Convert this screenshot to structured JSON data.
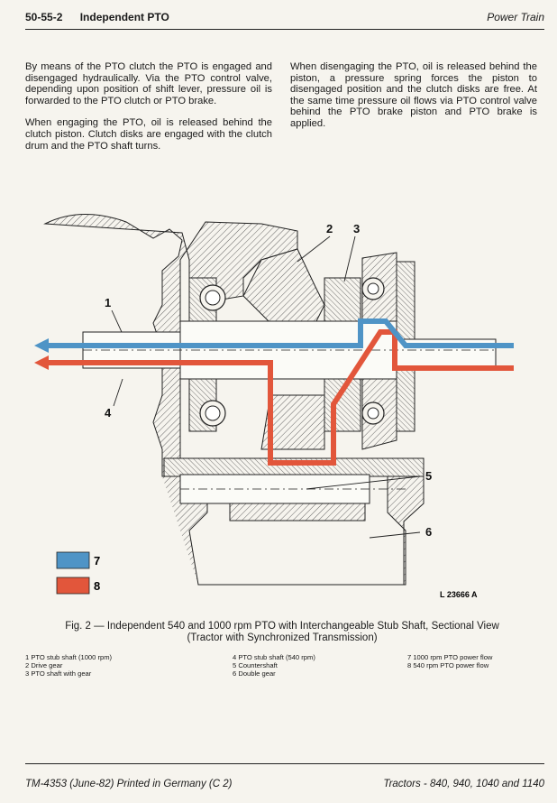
{
  "header": {
    "section_number": "50-55-2",
    "section_title": "Independent PTO",
    "chapter": "Power Train"
  },
  "body_text": {
    "left": [
      "By means of the PTO clutch the PTO is engaged and disengaged hydraulically. Via the PTO control valve, depending upon position of shift lever, pressure oil is forwarded to the PTO clutch or PTO brake.",
      "When engaging the PTO, oil is released behind the clutch piston. Clutch disks are engaged with the clutch drum and the PTO shaft turns."
    ],
    "right": [
      "When disengaging the PTO, oil is released behind the piston, a pressure spring forces the piston to disengaged position and the clutch disks are free. At the same time pressure oil flows via PTO control valve behind the PTO brake piston and PTO brake is applied."
    ]
  },
  "figure": {
    "callouts": [
      "1",
      "2",
      "3",
      "4",
      "5",
      "6"
    ],
    "legend": [
      {
        "key": "7",
        "color": "#4f94c6"
      },
      {
        "key": "8",
        "color": "#e2563b"
      }
    ],
    "drawing_id": "L 23666 A",
    "caption_line1": "Fig. 2 — Independent 540 and 1000 rpm PTO with Interchangeable Stub Shaft, Sectional View",
    "caption_line2": "(Tractor with Synchronized Transmission)"
  },
  "legend_items": [
    [
      "1 PTO stub shaft (1000 rpm)",
      "2 Drive gear",
      "3 PTO shaft with gear"
    ],
    [
      "4 PTO stub shaft (540 rpm)",
      "5 Countershaft",
      "6 Double gear"
    ],
    [
      "7 1000 rpm PTO power flow",
      "8 540 rpm PTO power flow"
    ]
  ],
  "footer": {
    "left": "TM-4353 (June-82) Printed in Germany (C 2)",
    "right": "Tractors - 840, 940, 1040 and 1140"
  },
  "colors": {
    "flow_1000": "#4f94c6",
    "flow_540": "#e2563b"
  }
}
